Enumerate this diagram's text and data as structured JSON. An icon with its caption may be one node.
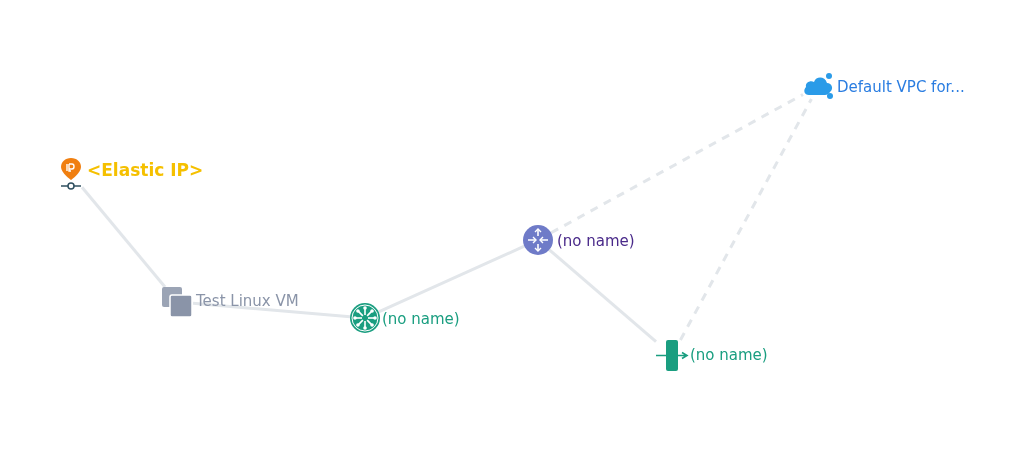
{
  "diagram": {
    "nodes": [
      {
        "text": [],
        "shape": "picture",
        "beside": [
          "<Elastic IP>"
        ]
      },
      {
        "text": [],
        "shape": "box",
        "beside": [
          "Test Linux VM"
        ]
      },
      {
        "text": [],
        "shape": "circle",
        "beside": [
          "(no name)"
        ]
      },
      {
        "text": [],
        "shape": "circle",
        "beside": [
          "(no name)"
        ]
      },
      {
        "text": [],
        "shape": "bar",
        "beside": [
          "(no name)"
        ]
      },
      {
        "text": [],
        "shape": "cloud",
        "beside": [
          "Default VPC for..."
        ]
      }
    ],
    "edges": [
      {
        "from": 0,
        "to": 1,
        "arrow": "none"
      },
      {
        "from": 1,
        "to": 2,
        "arrow": "none"
      },
      {
        "from": 2,
        "to": 3,
        "arrow": "none"
      },
      {
        "from": 3,
        "to": 4,
        "arrow": "none"
      },
      {
        "from": 3,
        "to": 5,
        "arrow": "none",
        "style": "dashed"
      },
      {
        "from": 4,
        "to": 5,
        "arrow": "none",
        "style": "dashed"
      }
    ]
  }
}
